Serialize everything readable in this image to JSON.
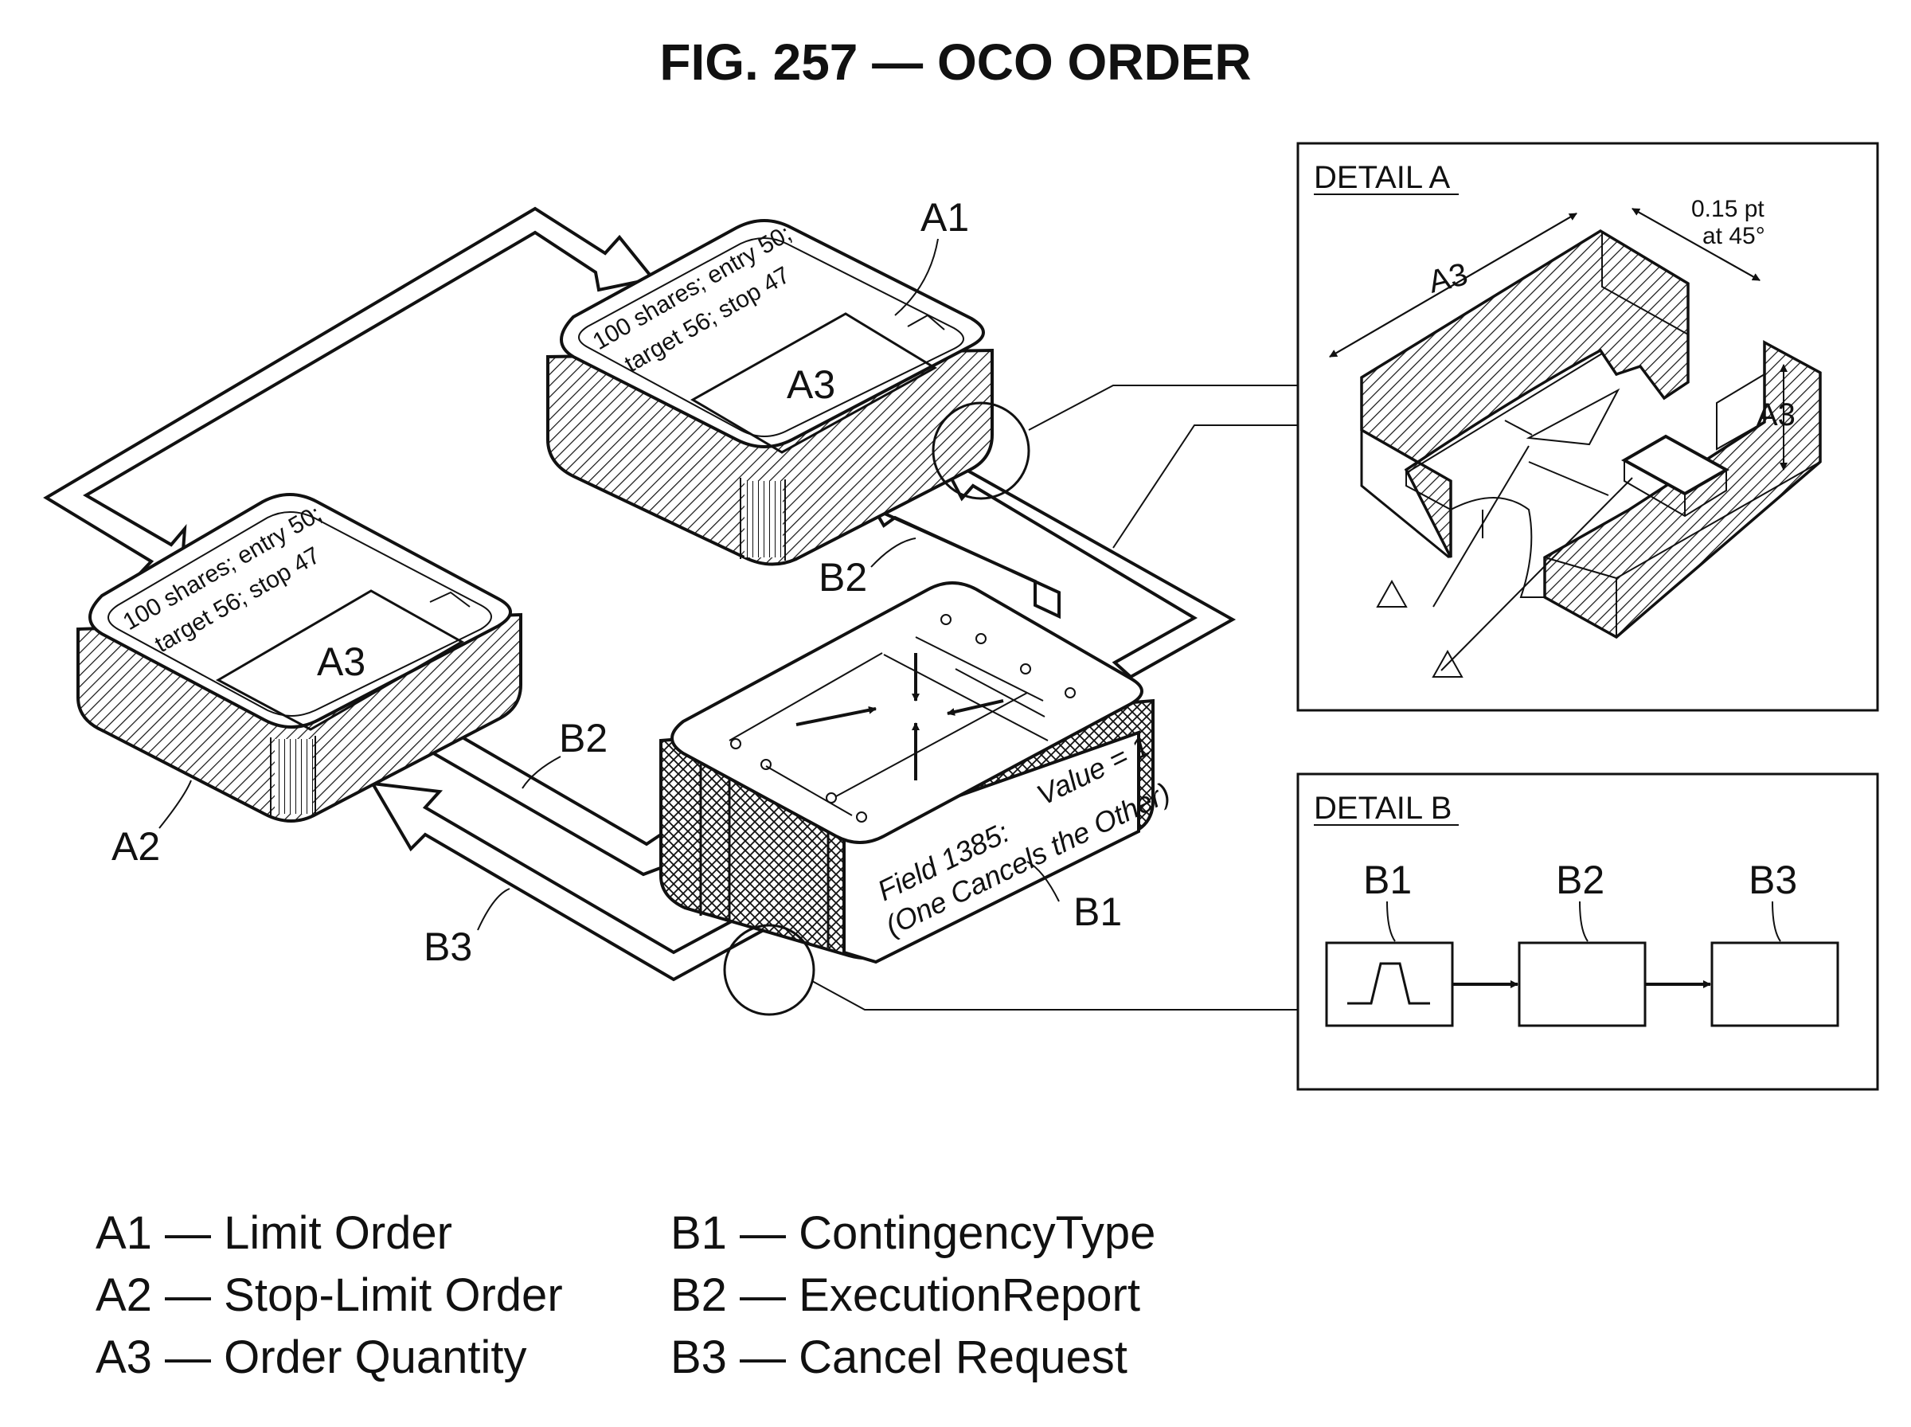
{
  "title": "FIG. 257 — OCO ORDER",
  "labels": {
    "a1": "A1",
    "a2": "A2",
    "a3": "A3",
    "b1": "B1",
    "b2": "B2",
    "b3": "B3"
  },
  "box_a1_text": [
    "100 shares; entry 50;",
    "target 56; stop 47"
  ],
  "box_a2_text": [
    "100 shares; entry 50;",
    "target 56; stop 47"
  ],
  "box_b1_text": [
    "Field 1385:",
    "Value = 1",
    "(One Cancels the Other)"
  ],
  "detail_a": {
    "heading": "DETAIL A",
    "dim_note": [
      "0.15 pt",
      "at 45°"
    ]
  },
  "detail_b": {
    "heading": "DETAIL B"
  },
  "legend_left": [
    "A1 — Limit Order",
    "A2 — Stop-Limit Order",
    "A3 — Order Quantity"
  ],
  "legend_right": [
    "B1 — ContingencyType",
    "B2 — ExecutionReport",
    "B3 — Cancel Request"
  ]
}
